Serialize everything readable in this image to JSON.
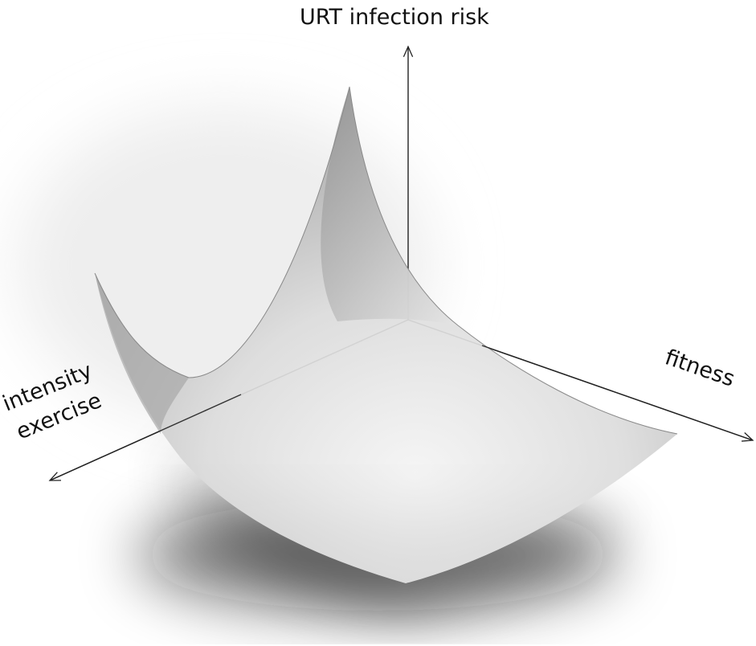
{
  "diagram": {
    "vertical_axis_label": "URT infection risk",
    "right_axis_label": "fitness",
    "left_axis_label_line1": "intensity",
    "left_axis_label_line2": "exercise"
  }
}
